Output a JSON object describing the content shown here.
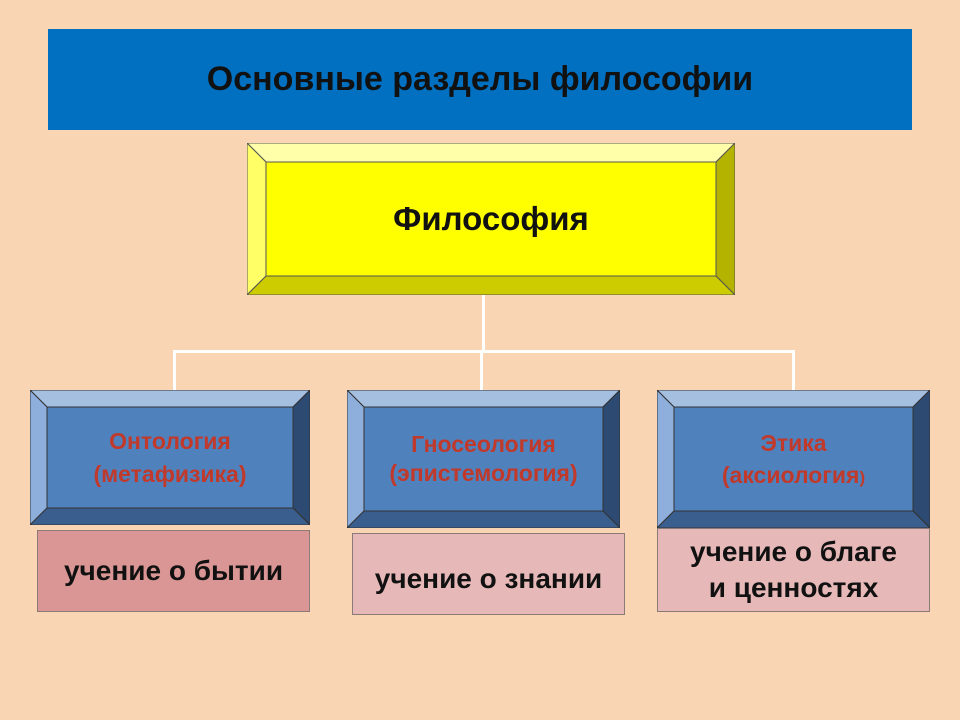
{
  "title": "Основные разделы философии",
  "root": {
    "label": "Философия"
  },
  "branches": [
    {
      "name_line1": "Онтология",
      "name_line2": "(метафизика)",
      "description": "учение о бытии"
    },
    {
      "name_line1": "Гносеология",
      "name_line2": "(эпистемология)",
      "description": "учение о знании"
    },
    {
      "name_line1": "Этика",
      "name_line2_main": "(аксиология",
      "name_line2_paren": ")",
      "description_line1": "учение о благе",
      "description_line2": "и ценностях"
    }
  ],
  "colors": {
    "background": "#f9d5b4",
    "title_bar": "#0170c1",
    "root_fill": "#ffff00",
    "branch_fill": "#4f81bd",
    "branch_text": "#c0392b",
    "desc_1": "#d99694",
    "desc_2": "#e6b9b8",
    "desc_3": "#e6b9b8"
  }
}
